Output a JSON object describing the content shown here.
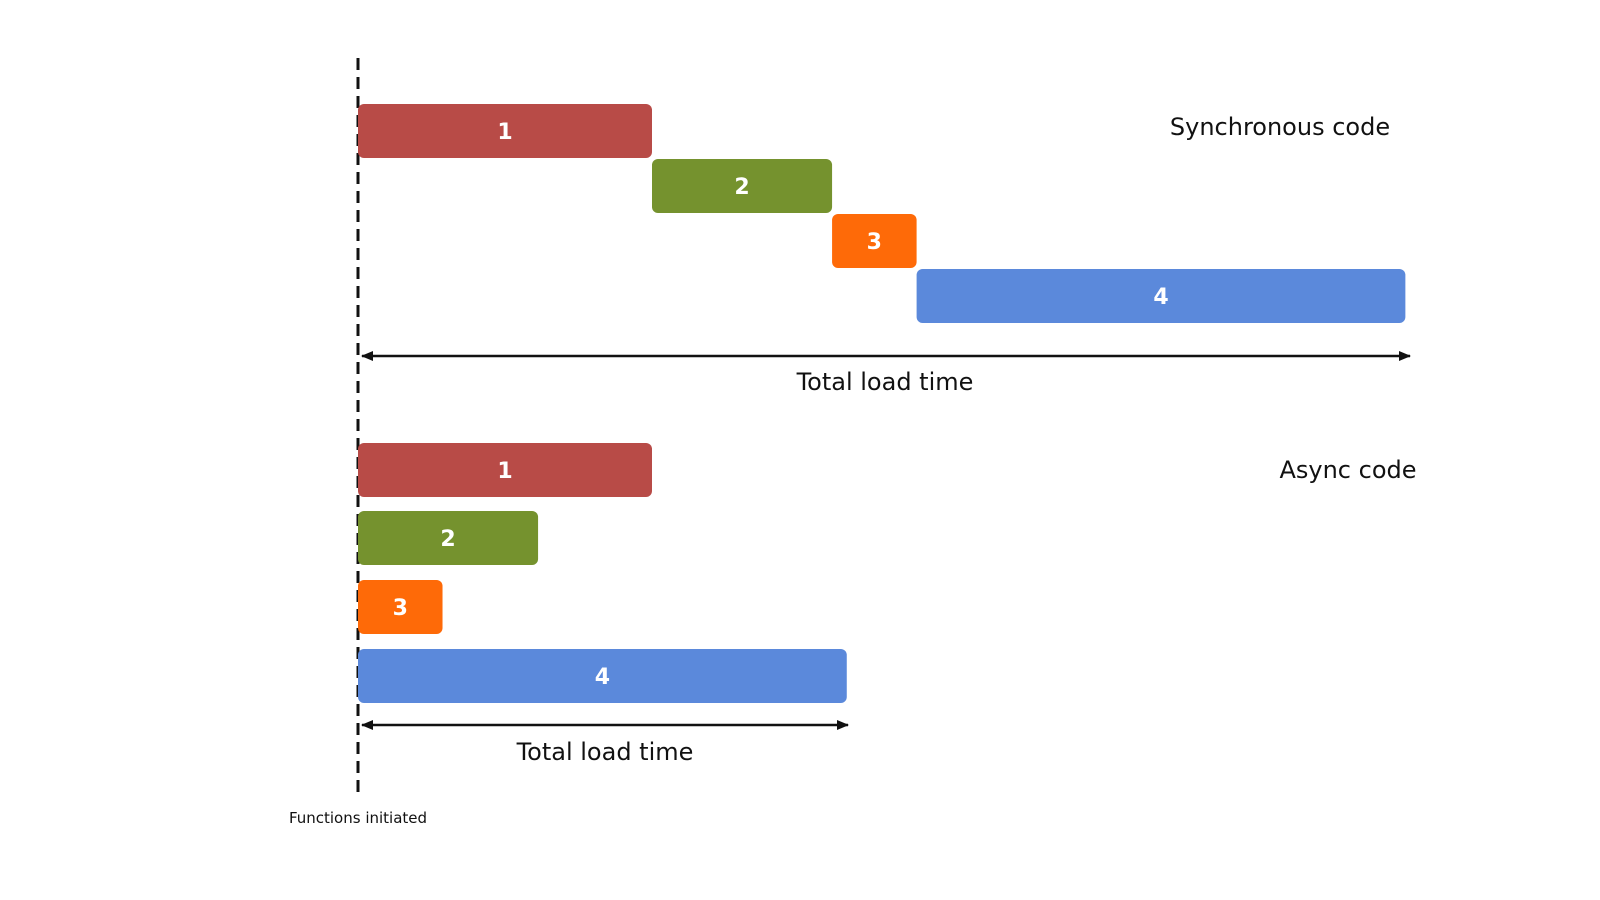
{
  "diagram": {
    "start_marker_label": "Functions initiated",
    "colors": {
      "task_1": "#b84b47",
      "task_2": "#75922e",
      "task_3": "#fe6a08",
      "task_4": "#5b89db",
      "line": "#111111"
    },
    "synchronous": {
      "title": "Synchronous code",
      "total_label": "Total load time",
      "tasks": [
        {
          "label": "1",
          "start": 0,
          "duration": 4,
          "color_key": "task_1"
        },
        {
          "label": "2",
          "start": 4,
          "duration": 2.45,
          "color_key": "task_2"
        },
        {
          "label": "3",
          "start": 6.45,
          "duration": 1.15,
          "color_key": "task_3"
        },
        {
          "label": "4",
          "start": 7.6,
          "duration": 6.65,
          "color_key": "task_4"
        }
      ]
    },
    "async": {
      "title": "Async code",
      "total_label": "Total load time",
      "tasks": [
        {
          "label": "1",
          "start": 0,
          "duration": 4,
          "color_key": "task_1"
        },
        {
          "label": "2",
          "start": 0,
          "duration": 2.45,
          "color_key": "task_2"
        },
        {
          "label": "3",
          "start": 0,
          "duration": 1.15,
          "color_key": "task_3"
        },
        {
          "label": "4",
          "start": 0,
          "duration": 6.65,
          "color_key": "task_4"
        }
      ]
    }
  }
}
